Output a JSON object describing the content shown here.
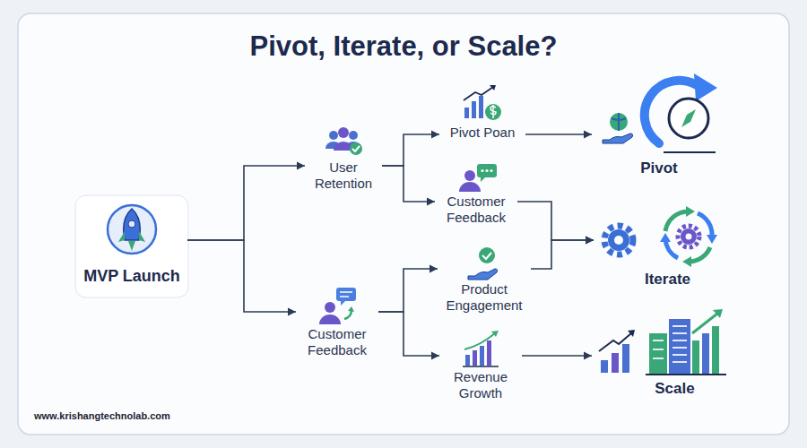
{
  "diagram": {
    "title": "Pivot, Iterate, or Scale?",
    "nodes": [
      {
        "text": [
          "MVP Launch"
        ]
      },
      {
        "text": [
          "User Retention"
        ]
      },
      {
        "text": [
          "Customer Feedback"
        ]
      },
      {
        "text": [
          "Pivot Poan"
        ]
      },
      {
        "text": [
          "Customer Feedback"
        ]
      },
      {
        "text": [
          "Product Engagement"
        ]
      },
      {
        "text": [
          "Revenue Growth"
        ]
      },
      {
        "text": [
          "Pivot"
        ]
      },
      {
        "text": [
          "Iterate"
        ]
      },
      {
        "text": [
          "Scale"
        ]
      }
    ],
    "edges": [
      {
        "from": 0,
        "to": 1,
        "arrow": "to"
      },
      {
        "from": 0,
        "to": 2,
        "arrow": "to"
      },
      {
        "from": 1,
        "to": 3,
        "arrow": "to"
      },
      {
        "from": 1,
        "to": 4,
        "arrow": "to"
      },
      {
        "from": 2,
        "to": 5,
        "arrow": "to"
      },
      {
        "from": 2,
        "to": 6,
        "arrow": "to"
      },
      {
        "from": 3,
        "to": 7,
        "arrow": "to"
      },
      {
        "from": 4,
        "to": 8,
        "arrow": "to"
      },
      {
        "from": 5,
        "to": 8,
        "arrow": "to"
      },
      {
        "from": 6,
        "to": 9,
        "arrow": "to"
      }
    ],
    "labels": [
      "www.krishangtechnolab.com"
    ]
  }
}
